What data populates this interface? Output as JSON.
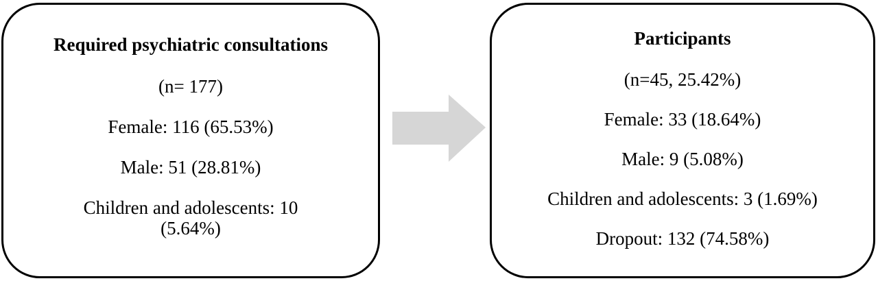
{
  "left_box": {
    "title": "Required psychiatric consultations",
    "n": "(n= 177)",
    "female": "Female: 116 (65.53%)",
    "male": "Male: 51 (28.81%)",
    "children_line1": "Children and adolescents: 10",
    "children_line2": "(5.64%)"
  },
  "right_box": {
    "title": "Participants",
    "n": "(n=45, 25.42%)",
    "female": "Female: 33 (18.64%)",
    "male": "Male: 9 (5.08%)",
    "children": "Children and adolescents: 3 (1.69%)",
    "dropout": "Dropout: 132 (74.58%)"
  },
  "colors": {
    "border": "#000000",
    "arrow": "#d6d6d6",
    "background": "#ffffff"
  },
  "icons": {
    "flow_arrow": "arrow-right-icon"
  }
}
